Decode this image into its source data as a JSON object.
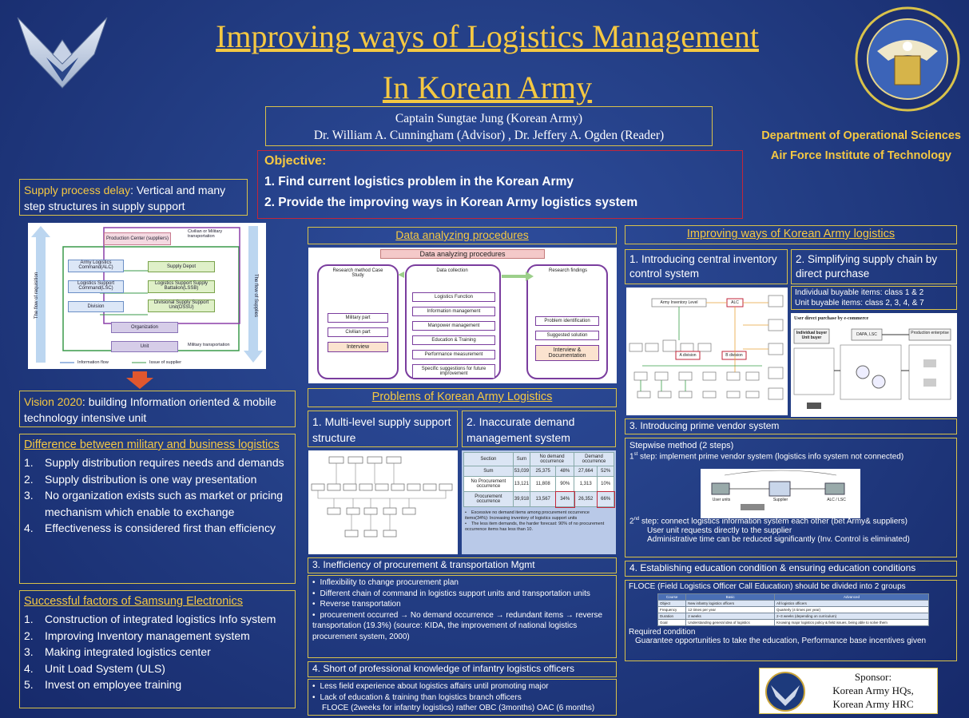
{
  "title": {
    "line1": "Improving ways of Logistics Management",
    "line2": "In Korean Army"
  },
  "authors": {
    "line1": "Captain Sungtae Jung (Korean Army)",
    "line2": "Dr. William A. Cunningham (Advisor) ,  Dr. Jeffery A. Ogden (Reader)"
  },
  "dept": {
    "line1": "Department of Operational Sciences",
    "line2": "Air Force Institute of Technology"
  },
  "objective": {
    "heading": "Objective:",
    "item1": "1. Find current  logistics problem  in the Korean Army",
    "item2": "2. Provide  the  improving  ways  in  Korean  Army  logistics  system"
  },
  "supply_delay": {
    "label": "Supply process delay",
    "text": ": Vertical and many step structures in supply support"
  },
  "supply_diagram": {
    "left_axis": "The flow of requisition",
    "right_axis": "The flow of Supplies",
    "production": "Production Center (suppliers)",
    "civilian": "Civilian or Military transportation",
    "alc": "Army Logistics Command(ALC)",
    "supply_depot": "Supply Depot",
    "lsc": "Logistics Support Command(LSC)",
    "lssb": "Logistics Support Supply Battalion(LSSB)",
    "division": "Division",
    "dssu": "Divisional Supply Support Unit(DSSU)",
    "organization": "Organization",
    "unit": "Unit",
    "military": "Military transportation",
    "legend1": "Information flow",
    "legend2": "Issue of supplier"
  },
  "vision": {
    "label": "Vision 2020",
    "text": ": building  Information oriented  & mobile technology intensive unit"
  },
  "difference": {
    "heading": "Difference between military and business logistics",
    "items": [
      {
        "n": "1.",
        "t": "Supply distribution requires needs and demands"
      },
      {
        "n": "2.",
        "t": "Supply distribution  is one way presentation"
      },
      {
        "n": "3.",
        "t": "No organization exists such as market or pricing mechanism which enable to exchange"
      },
      {
        "n": "4.",
        "t": "Effectiveness is considered first than efficiency"
      }
    ]
  },
  "samsung": {
    "heading": "Successful factors of Samsung  Electronics",
    "items": [
      {
        "n": "1.",
        "t": "Construction of integrated logistics Info system"
      },
      {
        "n": "2.",
        "t": "Improving Inventory management system"
      },
      {
        "n": "3.",
        "t": "Making integrated logistics center"
      },
      {
        "n": "4.",
        "t": "Unit Load System (ULS)"
      },
      {
        "n": "5.",
        "t": "Invest on employee training"
      }
    ]
  },
  "data_analyzing": {
    "heading": "Data analyzing procedures",
    "diagram_title": "Data analyzing procedures",
    "col1_title": "Research method Case Study",
    "col1_items": [
      "Military part",
      "Civilian part",
      "Interview"
    ],
    "col2_title": "Data collection",
    "col2_items": [
      "Logistics Function",
      "Information management",
      "Manpower management",
      "Education & Training",
      "Performance measurement",
      "Specific suggestions for future improvement"
    ],
    "col3_title": "Research findings",
    "col3_items": [
      "Problem identification",
      "Suggested solution",
      "Interview & Documentation"
    ]
  },
  "problems": {
    "heading": "Problems of Korean Army Logistics",
    "p1": "1.   Multi-level supply support structure",
    "p2": "2.   Inaccurate demand management system",
    "table_headers": [
      "Section",
      "Sum",
      "No demand occurrence",
      "",
      "Demand occurrence",
      ""
    ],
    "table_rows": [
      [
        "Sum",
        "53,039",
        "25,375",
        "48%",
        "27,664",
        "52%"
      ],
      [
        "No Procurement occurrence",
        "13,121",
        "11,808",
        "90%",
        "1,313",
        "10%"
      ],
      [
        "Procurement occurrence",
        "39,918",
        "13,567",
        "34%",
        "26,352",
        "66%"
      ]
    ],
    "table_notes": [
      "Excessive no demand items among procurement occurrence items(34%): Increasing inventory of logistics support units",
      "The less item demands, the harder forecast: 90% of no procurement occurrence items has less than 10."
    ],
    "p3": "3.     Inefficiency of procurement & transportation Mgmt",
    "p3_items": [
      "Inflexibility to change procurement plan",
      "Different chain of command in logistics support units and transportation units",
      "Reverse transportation",
      "procurement occurred → No demand occurrence → redundant items → reverse transportation (19.3%) (source: KIDA, the improvement of national logistics procurement system, 2000)"
    ],
    "p4": "4.     Short of professional knowledge of infantry logistics officers",
    "p4_items": [
      "Less field experience about logistics affairs until promoting major",
      "Lack of education & training than logistics branch officers"
    ],
    "p4_note": "FLOCE (2weeks for infantry logistics) rather OBC (3months) OAC (6 months)"
  },
  "improving": {
    "heading": "Improving ways of Korean Army logistics",
    "i1": "1.    Introducing central inventory control system",
    "i2": "2.    Simplifying supply chain by direct purchase",
    "buyable1": "Individual buyable items: class 1 & 2",
    "buyable2": "Unit buyable items: class 2, 3, 4, & 7",
    "i3": "3.    Introducing prime vendor system",
    "stepwise": "Stepwise method (2 steps)",
    "step1_sup": "st",
    "step1": "1",
    "step1_text": " step: implement prime vendor system (logistics info system not connected)",
    "step2": "2",
    "step2_sup": "nd",
    "step2_text": " step: connect logistics information system each other (bet Army& suppliers)",
    "step2_a": "User unit requests directly to the supplier",
    "step2_b": "Administrative time can be reduced significantly (Inv. Control is eliminated)",
    "i4": "4.    Establishing education condition & ensuring education conditions",
    "floce": "FLOCE (Field Logistics  Officer Call Education)  should  be divided into 2 groups",
    "edu_headers": [
      "Course",
      "Basic",
      "Advanced"
    ],
    "edu_rows": [
      [
        "Object",
        "New infantry logistics officers",
        "All logistics officers"
      ],
      [
        "Frequency",
        "12 times per year",
        "Quarterly (4 times per year)"
      ],
      [
        "Duration",
        "2 weeks",
        "2~3 weeks (depending on curriculum)"
      ],
      [
        "Goal",
        "Understanding general idea of logistics",
        "Knowing major logistics policy & field issues, being able to solve them"
      ]
    ],
    "required": "Required condition",
    "guarantee": "Guarantee opportunities to take the education,  Performance base incentives given"
  },
  "ci_diagram": {
    "army_inventory": "Army Inventory Level",
    "alc": "ALC",
    "a_division": "A division",
    "b_division": "B division"
  },
  "dp_diagram": {
    "title": "User direct purchase by e-commerce",
    "individual": "Individual buyer Unit buyer",
    "dapa": "DAPA, LSC",
    "production": "Production enterprise"
  },
  "pv_diagram": {
    "user": "User units",
    "supplier": "Supplier",
    "alc": "ALC / LSC"
  },
  "sponsor": {
    "label": "Sponsor:",
    "line1": "Korean Army HQs,",
    "line2": "Korean Army HRC"
  },
  "colors": {
    "accent": "#f5c842",
    "background": "#243f86",
    "border": "#d9c24a",
    "objective_border": "#c2263a"
  }
}
